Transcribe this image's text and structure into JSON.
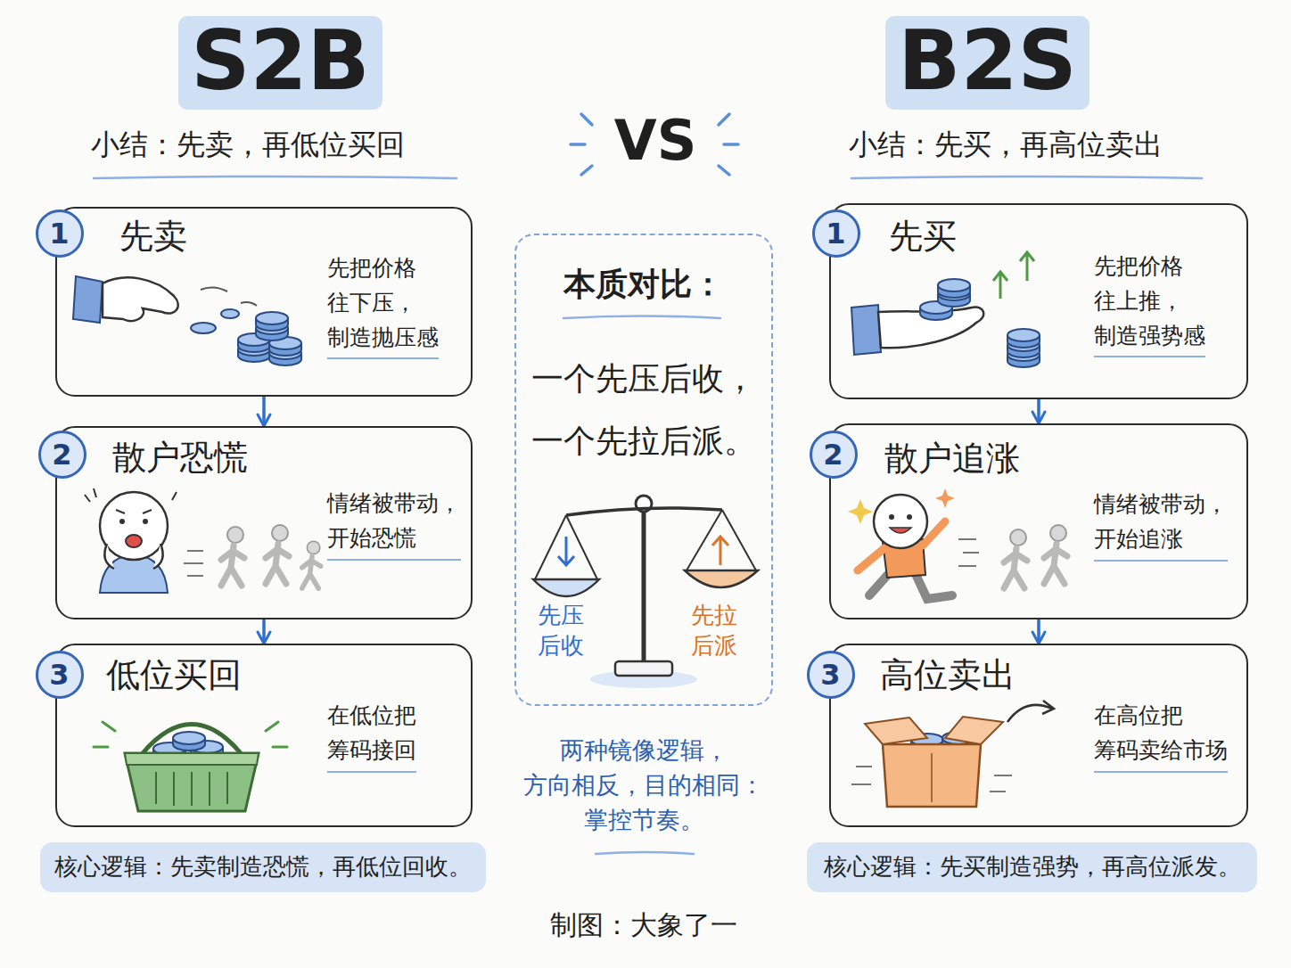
{
  "diagram": {
    "nodes": [
      {
        "text": [
          "S2B"
        ]
      },
      {
        "text": [
          "先卖",
          "先把价格 往下压， 制造抛压感"
        ]
      },
      {
        "text": [
          "1"
        ],
        "in": 1
      },
      {
        "text": [
          "散户恐慌",
          "情绪被带动， 开始恐慌"
        ]
      },
      {
        "text": [
          "2"
        ],
        "in": 3
      },
      {
        "text": [
          "低位买回",
          "在低位把 筹码接回"
        ]
      },
      {
        "text": [
          "3"
        ],
        "in": 5
      },
      {
        "text": [
          "核心逻辑：先卖制造恐慌，再低位回收。"
        ]
      },
      {
        "text": [
          "本质对比：",
          "一个先压后收，",
          "一个先拉后派。",
          "先压 后收",
          "先拉 后派"
        ]
      },
      {
        "text": [
          "B2S"
        ]
      },
      {
        "text": [
          "先买",
          "先把价格 往上推， 制造强势感"
        ]
      },
      {
        "text": [
          "1"
        ],
        "in": 10
      },
      {
        "text": [
          "散户追涨",
          "情绪被带动， 开始追涨"
        ]
      },
      {
        "text": [
          "2"
        ],
        "in": 12
      },
      {
        "text": [
          "高位卖出",
          "在高位把 筹码卖给市场"
        ]
      },
      {
        "text": [
          "3"
        ],
        "in": 14
      },
      {
        "text": [
          "核心逻辑：先买制造强势，再高位派发。"
        ]
      }
    ],
    "edges": [
      {
        "from": 1,
        "to": 3,
        "arrow": "to"
      },
      {
        "from": 3,
        "to": 5,
        "arrow": "to"
      },
      {
        "from": 10,
        "to": 12,
        "arrow": "to"
      },
      {
        "from": 12,
        "to": 14,
        "arrow": "to"
      }
    ],
    "labels": [
      "小结：先卖，再低位买回",
      "VS",
      "小结：先买，再高位卖出",
      "两种镜像逻辑， 方向相反，目的相同： 掌控节奏。",
      "制图：大象了一"
    ]
  }
}
